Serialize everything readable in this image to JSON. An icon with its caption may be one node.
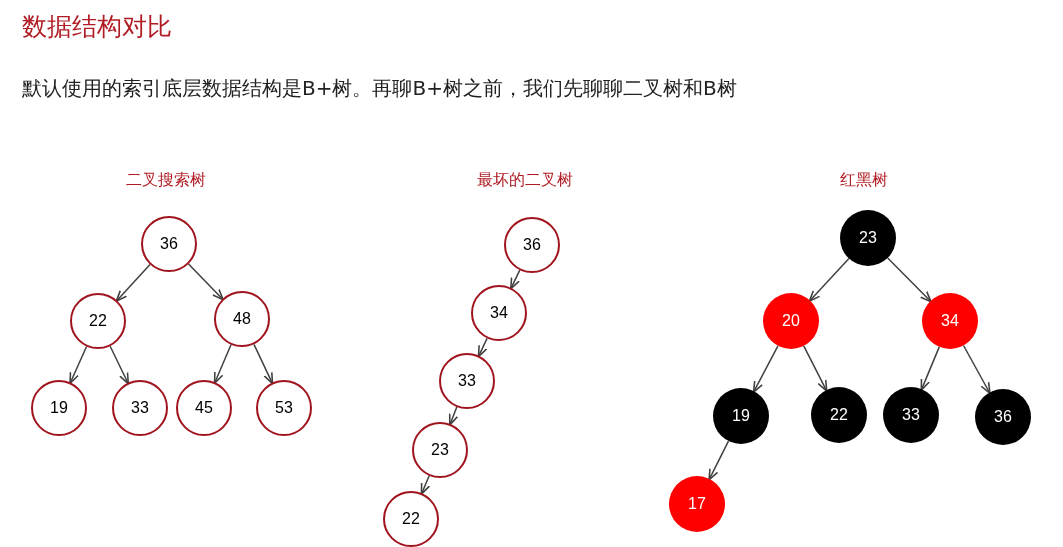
{
  "diagram": {
    "title": "数据结构对比",
    "nodes": [
      {
        "text": [
          "36"
        ]
      },
      {
        "text": [
          "22"
        ]
      },
      {
        "text": [
          "48"
        ]
      },
      {
        "text": [
          "19"
        ]
      },
      {
        "text": [
          "33"
        ]
      },
      {
        "text": [
          "45"
        ]
      },
      {
        "text": [
          "53"
        ]
      },
      {
        "text": [
          "36"
        ]
      },
      {
        "text": [
          "34"
        ]
      },
      {
        "text": [
          "33"
        ]
      },
      {
        "text": [
          "23"
        ]
      },
      {
        "text": [
          "22"
        ]
      },
      {
        "text": [
          "23"
        ]
      },
      {
        "text": [
          "20"
        ]
      },
      {
        "text": [
          "34"
        ]
      },
      {
        "text": [
          "19"
        ]
      },
      {
        "text": [
          "22"
        ]
      },
      {
        "text": [
          "33"
        ]
      },
      {
        "text": [
          "36"
        ]
      },
      {
        "text": [
          "17"
        ]
      }
    ],
    "edges": [
      {
        "from": 0,
        "to": 1,
        "arrow": "to"
      },
      {
        "from": 0,
        "to": 2,
        "arrow": "to"
      },
      {
        "from": 1,
        "to": 3,
        "arrow": "to"
      },
      {
        "from": 1,
        "to": 4,
        "arrow": "to"
      },
      {
        "from": 2,
        "to": 5,
        "arrow": "to"
      },
      {
        "from": 2,
        "to": 6,
        "arrow": "to"
      },
      {
        "from": 7,
        "to": 8,
        "arrow": "to"
      },
      {
        "from": 8,
        "to": 9,
        "arrow": "to"
      },
      {
        "from": 9,
        "to": 10,
        "arrow": "to"
      },
      {
        "from": 10,
        "to": 11,
        "arrow": "to"
      },
      {
        "from": 12,
        "to": 13,
        "arrow": "to"
      },
      {
        "from": 12,
        "to": 14,
        "arrow": "to"
      },
      {
        "from": 13,
        "to": 15,
        "arrow": "to"
      },
      {
        "from": 13,
        "to": 16,
        "arrow": "to"
      },
      {
        "from": 14,
        "to": 17,
        "arrow": "to"
      },
      {
        "from": 14,
        "to": 18,
        "arrow": "to"
      },
      {
        "from": 15,
        "to": 19,
        "arrow": "to"
      }
    ],
    "labels": [
      "默认使用的索引底层数据结构是B+树。再聊B+树之前，我们先聊聊二叉树和B树",
      "二叉搜索树",
      "最坏的二叉树",
      "红黑树"
    ]
  }
}
